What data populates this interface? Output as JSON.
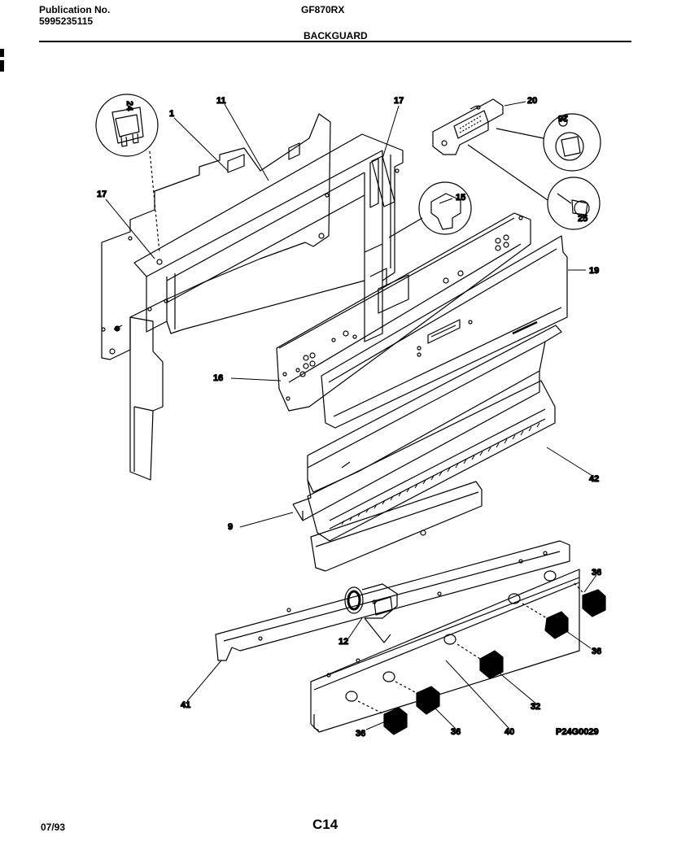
{
  "header": {
    "publication_label": "Publication No.",
    "publication_number": "5995235115",
    "model": "GF870RX",
    "section": "BACKGUARD"
  },
  "footer": {
    "date": "07/93",
    "page": "C14"
  },
  "drawing_code": "P24G0029",
  "part_labels": {
    "p1": "1",
    "p9": "9",
    "p11": "11",
    "p12": "12",
    "p15": "15",
    "p16": "16",
    "p17a": "17",
    "p17b": "17",
    "p19": "19",
    "p20": "20",
    "p24": "24",
    "p25": "25",
    "p26": "26",
    "p32": "32",
    "p36a": "36",
    "p36b": "36",
    "p36c": "36",
    "p36d": "36",
    "p40": "40",
    "p41": "41",
    "p42": "42"
  }
}
